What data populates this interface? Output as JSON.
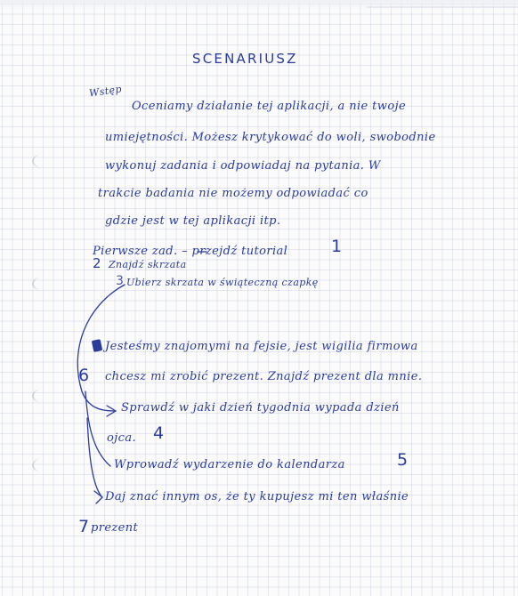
{
  "document": {
    "title": "SCENARIUSZ",
    "intro_label": "Wstęp",
    "intro_lines": [
      "Oceniamy działanie tej aplikacji, a nie twoje",
      "umiejętności. Możesz krytykować do woli, swobodnie",
      "wykonuj zadania i odpowiadaj na pytania. W",
      "trakcie badania nie możemy odpowiadać co",
      "gdzie jest w tej aplikacji itp."
    ],
    "task_line_1": "Pierwsze zad. – przejdź tutorial",
    "task_num_1": "1",
    "task_num_2": "2",
    "task_line_2": "Znajdź skrzata",
    "task_line_3": "Ubierz skrzata w świąteczną czapkę",
    "task_num_3": "3",
    "scenario_line_1": "Jesteśmy znajomymi na fejsie, jest wigilia firmowa",
    "task_num_6": "6",
    "scenario_line_2": "chcesz mi zrobić prezent. Znajdź prezent dla mnie.",
    "task_line_4a": "Sprawdź w jaki dzień tygodnia wypada dzień",
    "task_line_4b": "ojca.",
    "task_num_4": "4",
    "task_line_5": "Wprowadź wydarzenie do kalendarza",
    "task_num_5": "5",
    "task_line_6": "Daj znać innym os, że ty kupujesz mi ten właśnie",
    "task_num_7": "7",
    "task_line_7": "prezent"
  },
  "colors": {
    "ink": "#2a3b9c",
    "paper": "#fbfbfc",
    "grid": "#a0aabf"
  }
}
